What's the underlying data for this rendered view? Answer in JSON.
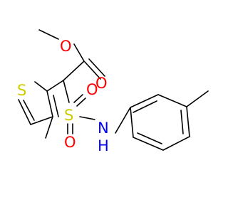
{
  "molecule": {
    "atom_labels": {
      "ester_methyl_oxygen": "O",
      "carbonyl_oxygen": "O",
      "ring_sulfur": "S",
      "sulfonyl_sulfur": "S",
      "sulfonyl_oxygen_upper": "O",
      "sulfonyl_oxygen_lower": "O",
      "amine_nitrogen": "N",
      "amine_hydrogen": "H"
    },
    "colors": {
      "oxygen": "#ff0000",
      "sulfur": "#cccc00",
      "nitrogen": "#0000ff",
      "bond": "#000000",
      "background": "#ffffff"
    }
  }
}
